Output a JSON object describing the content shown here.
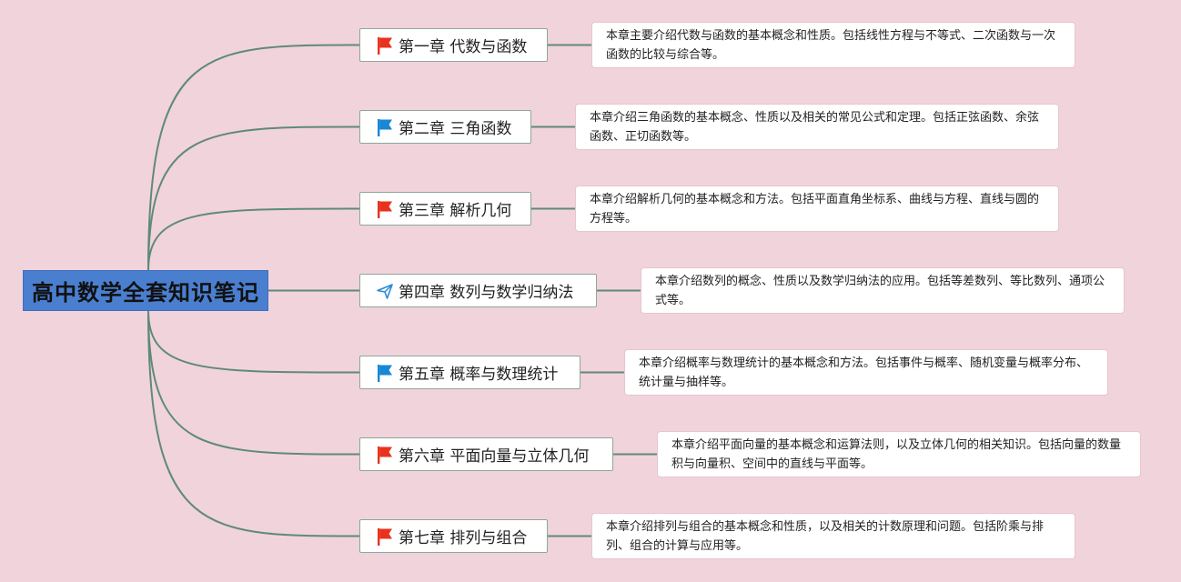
{
  "root": {
    "title": "高中数学全套知识笔记"
  },
  "colors": {
    "background": "#f1d3dc",
    "root": "#4a7fd0",
    "line": "#5f8a79",
    "flag_red": "#e8321e",
    "flag_blue": "#1787d6",
    "send_blue": "#2a8bd8"
  },
  "chapters": [
    {
      "label": "第一章 代数与函数",
      "icon": "red-flag-icon",
      "note": "本章主要介绍代数与函数的基本概念和性质。包括线性方程与不等式、二次函数与一次函数的比较与综合等。"
    },
    {
      "label": "第二章 三角函数",
      "icon": "blue-flag-icon",
      "note": "本章介绍三角函数的基本概念、性质以及相关的常见公式和定理。包括正弦函数、余弦函数、正切函数等。"
    },
    {
      "label": "第三章 解析几何",
      "icon": "red-flag-icon",
      "note": "本章介绍解析几何的基本概念和方法。包括平面直角坐标系、曲线与方程、直线与圆的方程等。"
    },
    {
      "label": "第四章 数列与数学归纳法",
      "icon": "send-icon",
      "note": "本章介绍数列的概念、性质以及数学归纳法的应用。包括等差数列、等比数列、通项公式等。"
    },
    {
      "label": "第五章 概率与数理统计",
      "icon": "blue-flag-icon",
      "note": "本章介绍概率与数理统计的基本概念和方法。包括事件与概率、随机变量与概率分布、统计量与抽样等。"
    },
    {
      "label": "第六章 平面向量与立体几何",
      "icon": "red-flag-icon",
      "note": "本章介绍平面向量的基本概念和运算法则，以及立体几何的相关知识。包括向量的数量积与向量积、空间中的直线与平面等。"
    },
    {
      "label": "第七章 排列与组合",
      "icon": "red-flag-icon",
      "note": "本章介绍排列与组合的基本概念和性质，以及相关的计数原理和问题。包括阶乘与排列、组合的计算与应用等。"
    }
  ]
}
